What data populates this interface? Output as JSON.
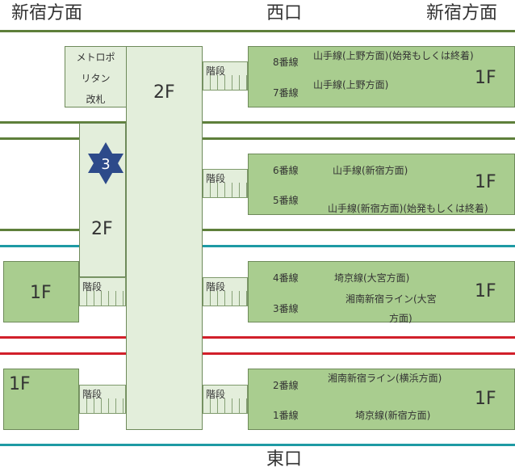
{
  "directions": {
    "top_left": "新宿方面",
    "top_center": "西口",
    "top_right": "新宿方面",
    "bottom_center": "東口"
  },
  "concourse_floor": "2F",
  "side_concourse_floor": "2F",
  "metro_gate": {
    "line1": "メトロポ",
    "line2": "リタン",
    "line3": "改札"
  },
  "station_marker": {
    "number": "3",
    "color": "#2d4a8a"
  },
  "stairs_label": "階段",
  "west_blocks": [
    {
      "floor": "1F"
    },
    {
      "floor": "1F"
    }
  ],
  "platforms": [
    {
      "floor": "1F",
      "tracks": [
        {
          "number": "8番線",
          "line": "山手線(上野方面)(始発もしくは終着)"
        },
        {
          "number": "7番線",
          "line": "山手線(上野方面)"
        }
      ]
    },
    {
      "floor": "1F",
      "tracks": [
        {
          "number": "6番線",
          "line": "山手線(新宿方面)"
        },
        {
          "number": "5番線",
          "line": "山手線(新宿方面)(始発もしくは終着)"
        }
      ]
    },
    {
      "floor": "1F",
      "tracks": [
        {
          "number": "4番線",
          "line": "埼京線(大宮方面)"
        },
        {
          "number": "3番線",
          "line": "湘南新宿ライン(大宮",
          "line_cont": "方面)"
        }
      ]
    },
    {
      "floor": "1F",
      "tracks": [
        {
          "number": "2番線",
          "line": "湘南新宿ライン(横浜方面)"
        },
        {
          "number": "1番線",
          "line": "埼京線(新宿方面)"
        }
      ]
    }
  ],
  "colors": {
    "yamanote_line": "#5e7f3a",
    "saikyo_line": "#1e9aa4",
    "chuo_line": "#d11f2a",
    "platform_fill": "#a9cd8f",
    "concourse_fill": "#e3eedb"
  }
}
